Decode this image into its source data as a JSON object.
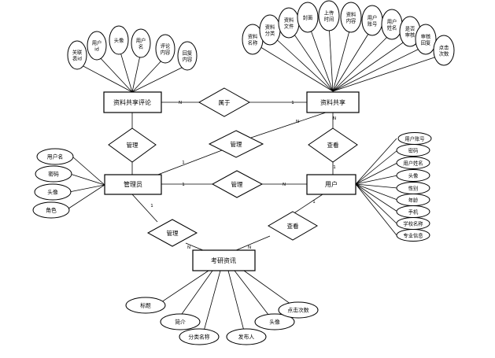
{
  "entities": {
    "comment": "资料共享评论",
    "share": "资料共享",
    "admin": "管理员",
    "user": "用户",
    "info": "考研资讯"
  },
  "relations": {
    "belongs": "属于",
    "manage_share": "管理",
    "view_share": "查看",
    "manage_comment": "管理",
    "manage_user": "管理",
    "manage_info": "管理",
    "view_info": "查看"
  },
  "cardinality": {
    "one": "1",
    "many": "N"
  },
  "comment_attrs": [
    [
      "关联",
      "表id"
    ],
    [
      "用户",
      "id"
    ],
    [
      "头像"
    ],
    [
      "用户",
      "名"
    ],
    [
      "评论",
      "内容"
    ],
    [
      "回复",
      "内容"
    ]
  ],
  "share_attrs": [
    [
      "资料",
      "名称"
    ],
    [
      "资料",
      "分类"
    ],
    [
      "资料",
      "文件"
    ],
    [
      "封面"
    ],
    [
      "上传",
      "时间"
    ],
    [
      "资料",
      "内容"
    ],
    [
      "用户",
      "账号"
    ],
    [
      "用户",
      "姓名"
    ],
    [
      "是否",
      "审核"
    ],
    [
      "审核",
      "回复"
    ],
    [
      "点击",
      "次数"
    ]
  ],
  "admin_attrs": [
    "用户名",
    "密码",
    "头像",
    "角色"
  ],
  "user_attrs": [
    "用户账号",
    "密码",
    "用户姓名",
    "头像",
    "性别",
    "年龄",
    "手机",
    "学校名称",
    "专业信息"
  ],
  "info_attrs": [
    "标题",
    "简介",
    "分类名称",
    "发布人",
    "头像",
    "点击次数"
  ]
}
